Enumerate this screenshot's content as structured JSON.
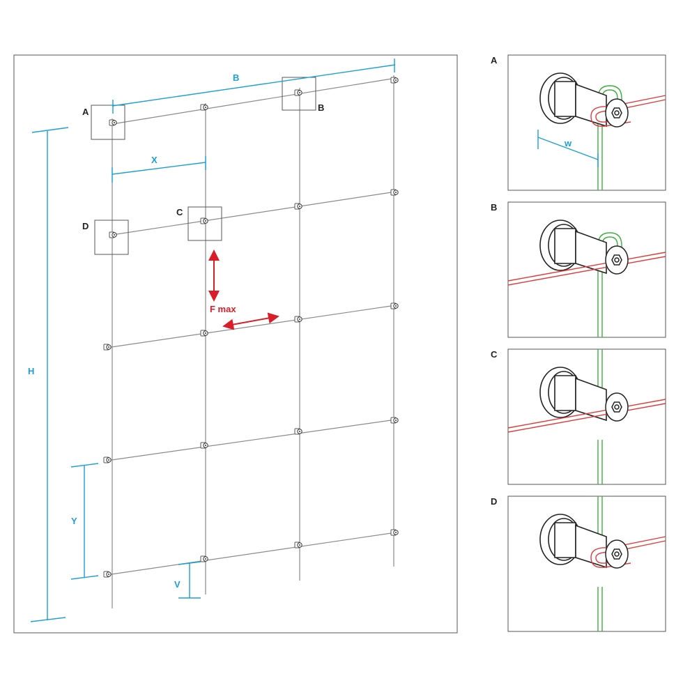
{
  "labels": {
    "A": "A",
    "B": "B",
    "C": "C",
    "D": "D"
  },
  "dimensions": {
    "B": "B",
    "X": "X",
    "H": "H",
    "Y": "Y",
    "V": "V",
    "w": "w"
  },
  "force_label": "F max",
  "colors": {
    "dimension": "#1a9fd8",
    "force": "#d81e28",
    "horizontal_cable": "#e03a3a",
    "vertical_cable": "#3fae3f",
    "frame": "#555555",
    "cable": "#8a8a8a"
  },
  "detail_panels": [
    {
      "label": "A",
      "variant": "loop-both"
    },
    {
      "label": "B",
      "variant": "loop-vertical"
    },
    {
      "label": "C",
      "variant": "straight"
    },
    {
      "label": "D",
      "variant": "loop-horizontal"
    }
  ]
}
